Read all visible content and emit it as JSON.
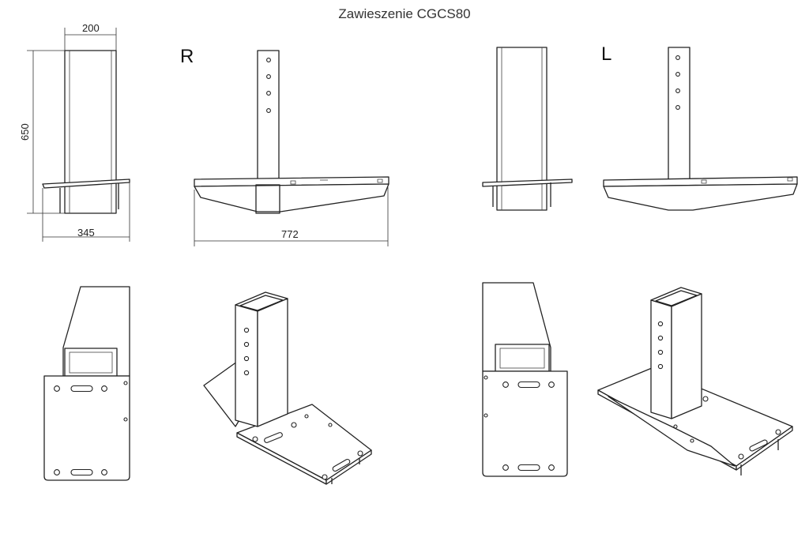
{
  "drawing": {
    "title": "Zawieszenie CGCS80",
    "views": {
      "right_label": "R",
      "left_label": "L"
    },
    "dimensions": {
      "width_top": "200",
      "height": "650",
      "depth": "345",
      "length": "772"
    }
  }
}
